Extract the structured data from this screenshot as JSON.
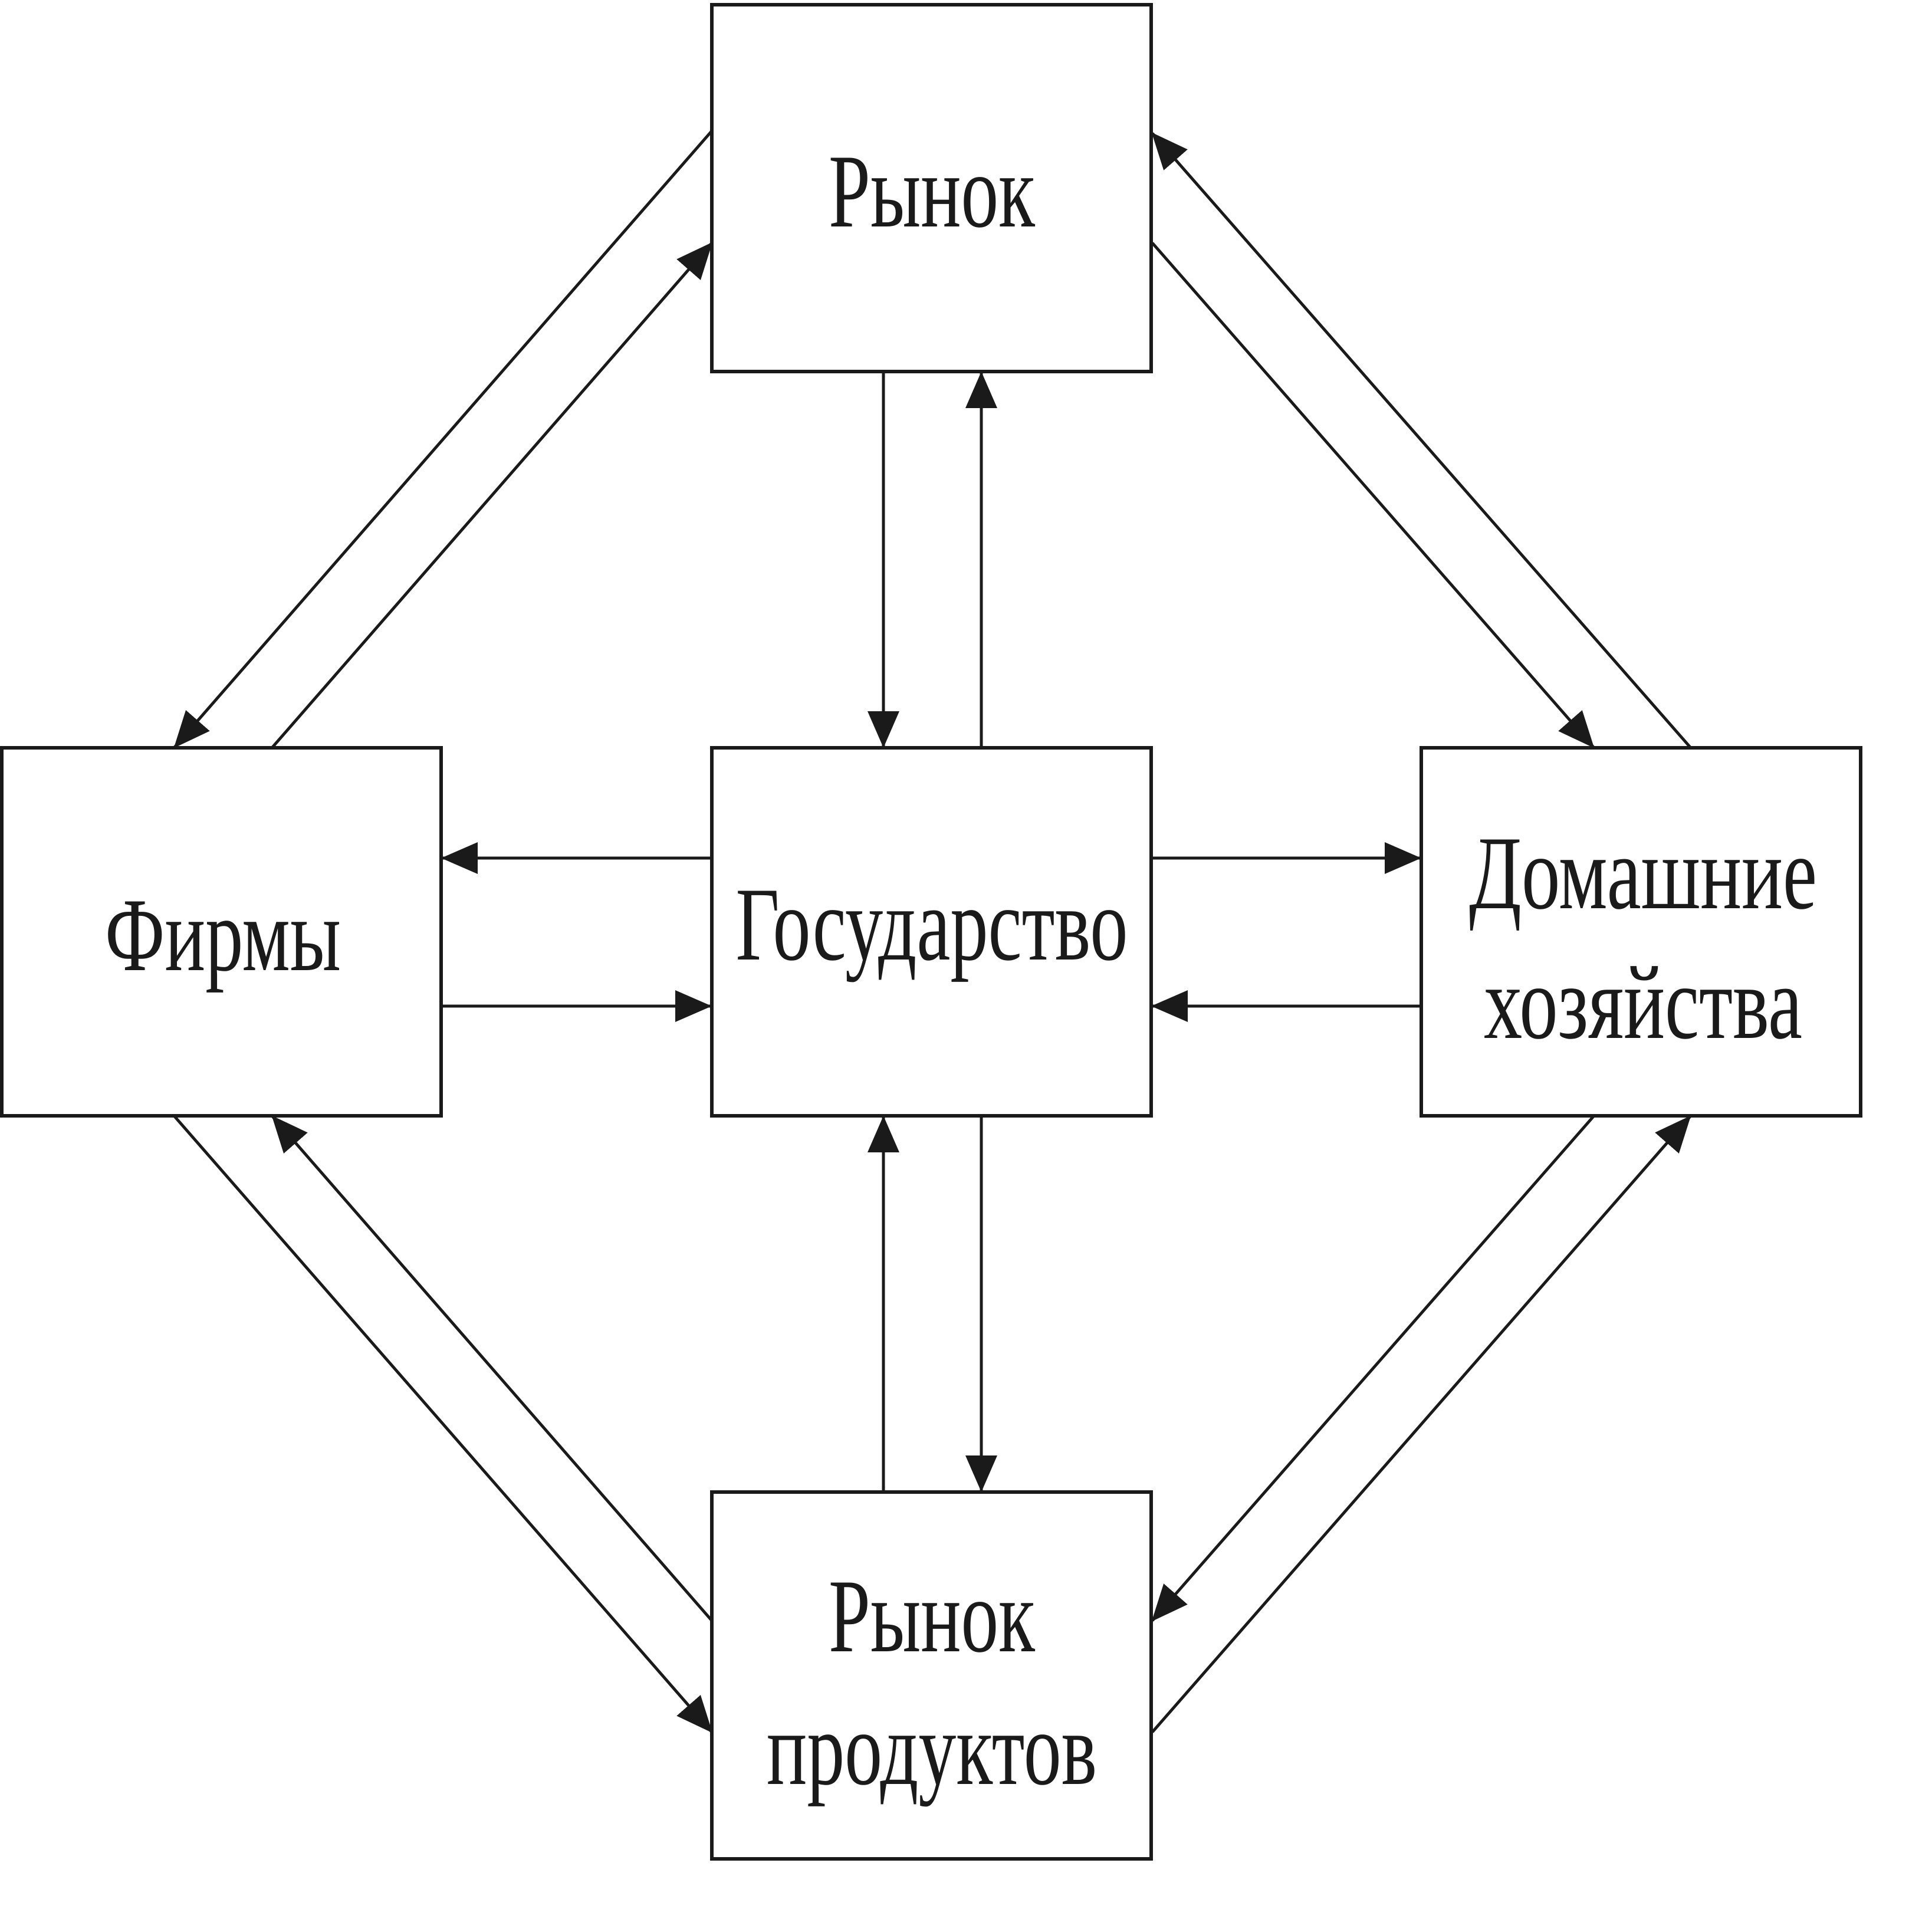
{
  "diagram": {
    "colors": {
      "stroke": "#1a1a1a",
      "background": "#ffffff"
    },
    "boxes": {
      "market": {
        "label": "Рынок"
      },
      "firms": {
        "label": "Фирмы"
      },
      "government": {
        "label": "Государство"
      },
      "households": {
        "line1": "Домашние",
        "line2": "хозяйства"
      },
      "product_market": {
        "line1": "Рынок",
        "line2": "продуктов"
      }
    }
  }
}
